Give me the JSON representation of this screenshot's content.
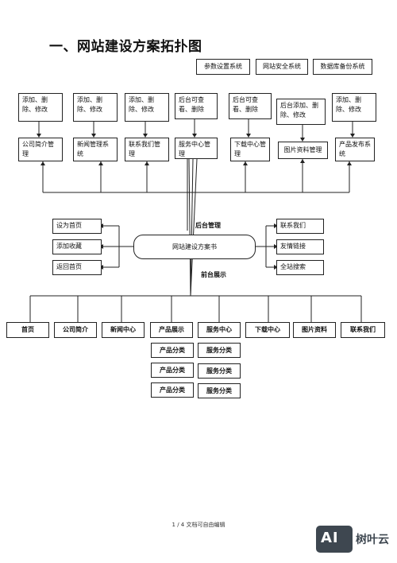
{
  "title": "一、网站建设方案拓扑图",
  "top_right_buttons": [
    "参数设置系统",
    "网站安全系统",
    "数据库备份系统"
  ],
  "admin_top_row": [
    "添加、删除、修改",
    "添加、删除、修改",
    "添加、删除、修改",
    "后台可查看、删除",
    "后台可查看、删除",
    "后台添加、删除、修改",
    "添加、删除、修改"
  ],
  "admin_modules": [
    "公司简介管理",
    "新闻管理系统",
    "联系我们管理",
    "服务中心管理",
    "下载中心管理",
    "图片资料管理",
    "产品发布系统"
  ],
  "center": {
    "label": "网站建设方案书",
    "backend_label": "后台管理",
    "frontend_label": "前台展示"
  },
  "left_actions": [
    "设为首页",
    "添加收藏",
    "返回首页"
  ],
  "right_actions": [
    "联系我们",
    "友情链接",
    "全站搜索"
  ],
  "nav_items": [
    "首页",
    "公司简介",
    "新闻中心",
    "产品展示",
    "服务中心",
    "下载中心",
    "图片资料",
    "联系我们"
  ],
  "product_subcategories": [
    "产品分类",
    "产品分类",
    "产品分类"
  ],
  "service_subcategories": [
    "服务分类",
    "服务分类",
    "服务分类"
  ],
  "footer": "1 / 4 文档可自由编辑",
  "logo": {
    "mark": "AI",
    "name": "树叶云"
  }
}
